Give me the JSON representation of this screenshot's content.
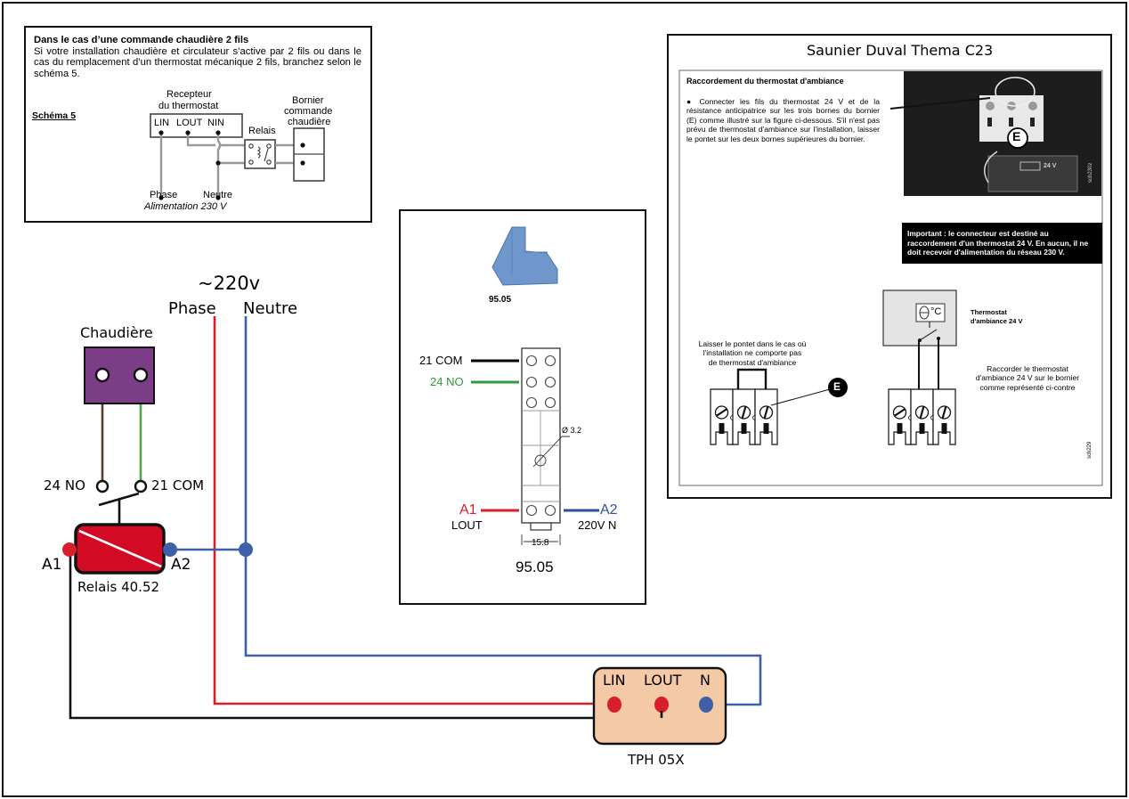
{
  "schema5": {
    "title": "Dans le cas d’une commande chaudière 2 fils",
    "body": "Si votre installation chaudière et circulateur s’active par 2 fils ou dans le cas du remplacement d’un thermostat mécanique 2 fils, branchez selon le schéma 5.",
    "schema_label": "Schéma 5",
    "receiver_label_1": "Recepteur",
    "receiver_label_2": "du thermostat",
    "terminals": [
      "LIN",
      "LOUT",
      "NIN"
    ],
    "relay_label": "Relais",
    "bornier_label_1": "Bornier",
    "bornier_label_2": "commande",
    "bornier_label_3": "chaudière",
    "phase_label": "Phase",
    "neutre_label": "Neutre",
    "supply_label": "Alimentation 230 V"
  },
  "relay_socket": {
    "photo_caption": "95.05",
    "com_label": "21 COM",
    "no_label": "24 NO",
    "a1_label": "A1",
    "a1_sub": "LOUT",
    "a2_label": "A2",
    "a2_sub": "220V N",
    "hole_label": "Ø 3.2",
    "width_label": "15.8",
    "model_label": "95.05",
    "colors": {
      "com": "#000000",
      "no": "#2f9a3a",
      "a1": "#d81e2a",
      "a2": "#2e4f9a"
    }
  },
  "thema": {
    "title": "Saunier Duval Thema C23",
    "section_title": "Raccordement du thermostat d'ambiance",
    "section_body": "● Connecter les fils du thermostat 24 V et de la résistance anticipatrice sur les trois bornes du bornier (E) comme illustré sur la figure ci-dessous. S'il n'est pas prévu de thermostat d'ambiance sur l'installation, laisser le pontet sur les deux bornes supérieures du bornier.",
    "photo_code": "sch230z",
    "photo_marker": "E",
    "photo_plate_text": "24 V",
    "important": "Important :  le connecteur est destiné au raccordement d'un thermostat 24 V. En aucun, il ne doit recevoir d'alimentation du réseau  230 V.",
    "thermostat_display": "°C",
    "thermostat_label_1": "Thermostat",
    "thermostat_label_2": "d'ambiance 24 V",
    "bridge_note": [
      "Laisser le pontet dans le cas où",
      "l'installation ne comporte pas",
      "de thermostat d'ambiance"
    ],
    "connect_note": [
      "Raccorder le  thermostat",
      "d'ambiance 24 V sur le bornier",
      "comme représenté ci-contre"
    ],
    "marker": "E",
    "figure_code": "sch229"
  },
  "wiring": {
    "supply_label": "~220v",
    "phase_label": "Phase",
    "neutre_label": "Neutre",
    "boiler_label": "Chaudière",
    "no_label": "24 NO",
    "com_label": "21 COM",
    "a1_label": "A1",
    "a2_label": "A2",
    "relay_label": "Relais 40.52",
    "thermostat_terminals": [
      "LIN",
      "LOUT",
      "N"
    ],
    "thermostat_label": "TPH 05X",
    "colors": {
      "phase": "#d81e2a",
      "neutral": "#3d60a8",
      "boiler": "#7a3d86",
      "brown_wire": "#5a3e2b",
      "green_wire": "#4fa64a",
      "relay_coil": "#d20a23",
      "thermostat_body": "#f4c9a6"
    }
  }
}
